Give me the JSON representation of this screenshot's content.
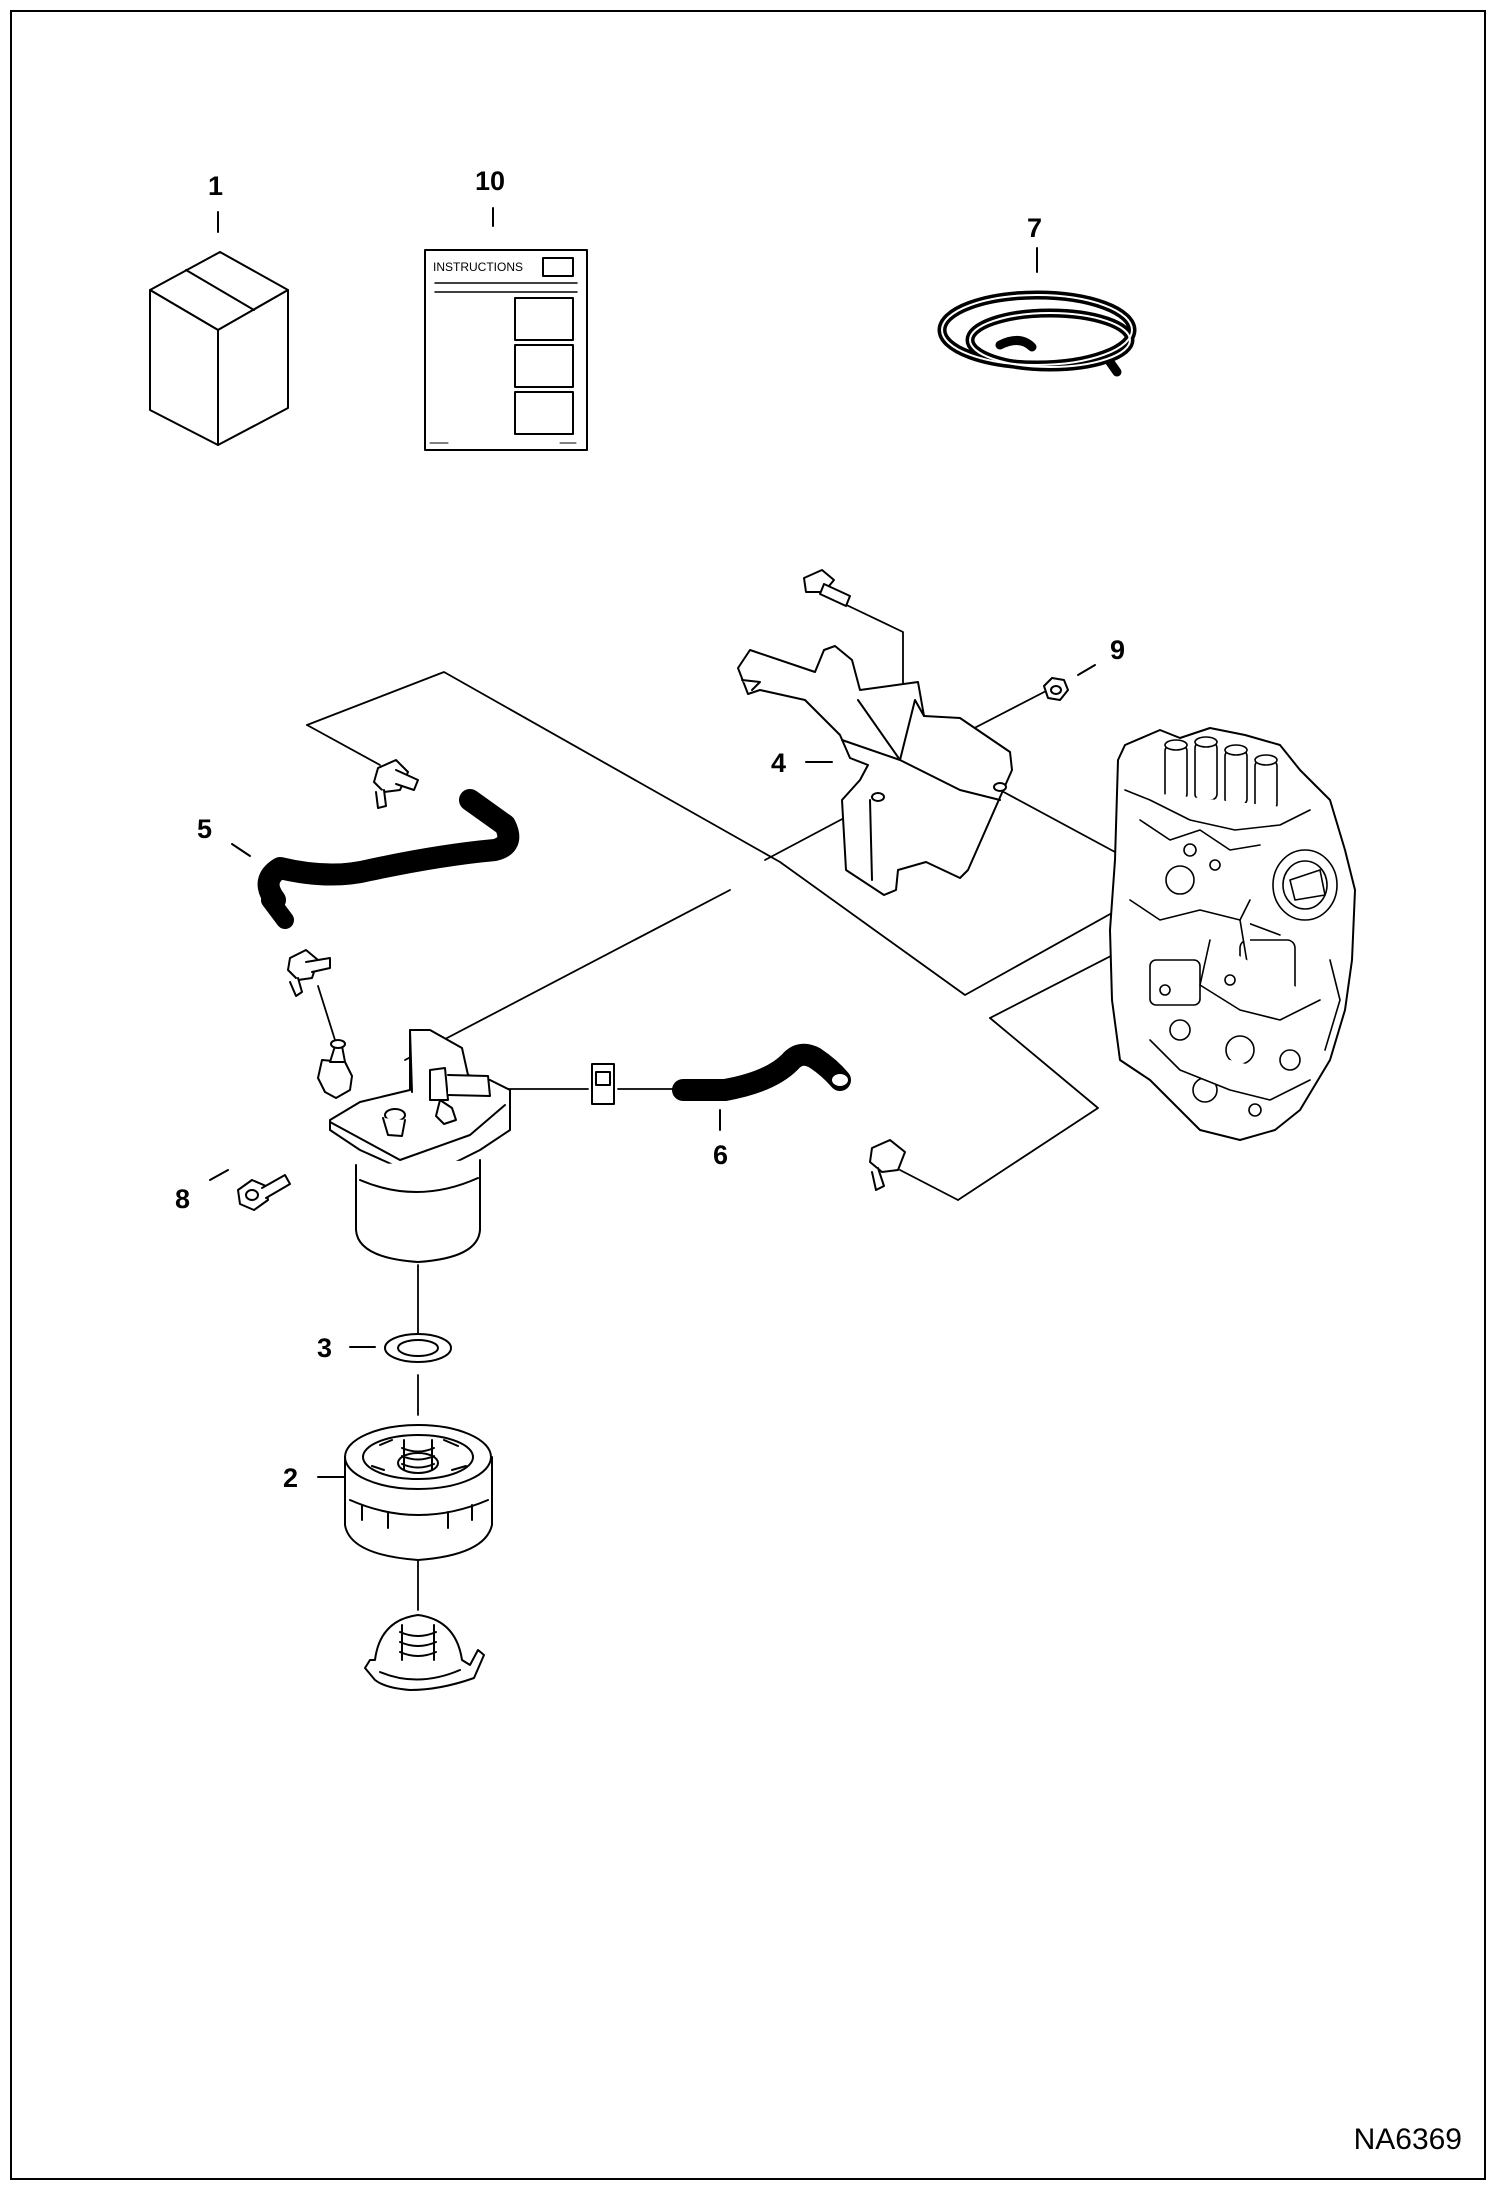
{
  "drawing": {
    "id": "NA6369",
    "instructions_label": "INSTRUCTIONS"
  },
  "callouts": {
    "c1": "1",
    "c2": "2",
    "c3": "3",
    "c4": "4",
    "c5": "5",
    "c6": "6",
    "c7": "7",
    "c8": "8",
    "c9": "9",
    "c10": "10"
  },
  "colors": {
    "line": "#000000",
    "background": "#ffffff",
    "hose": "#000000"
  }
}
